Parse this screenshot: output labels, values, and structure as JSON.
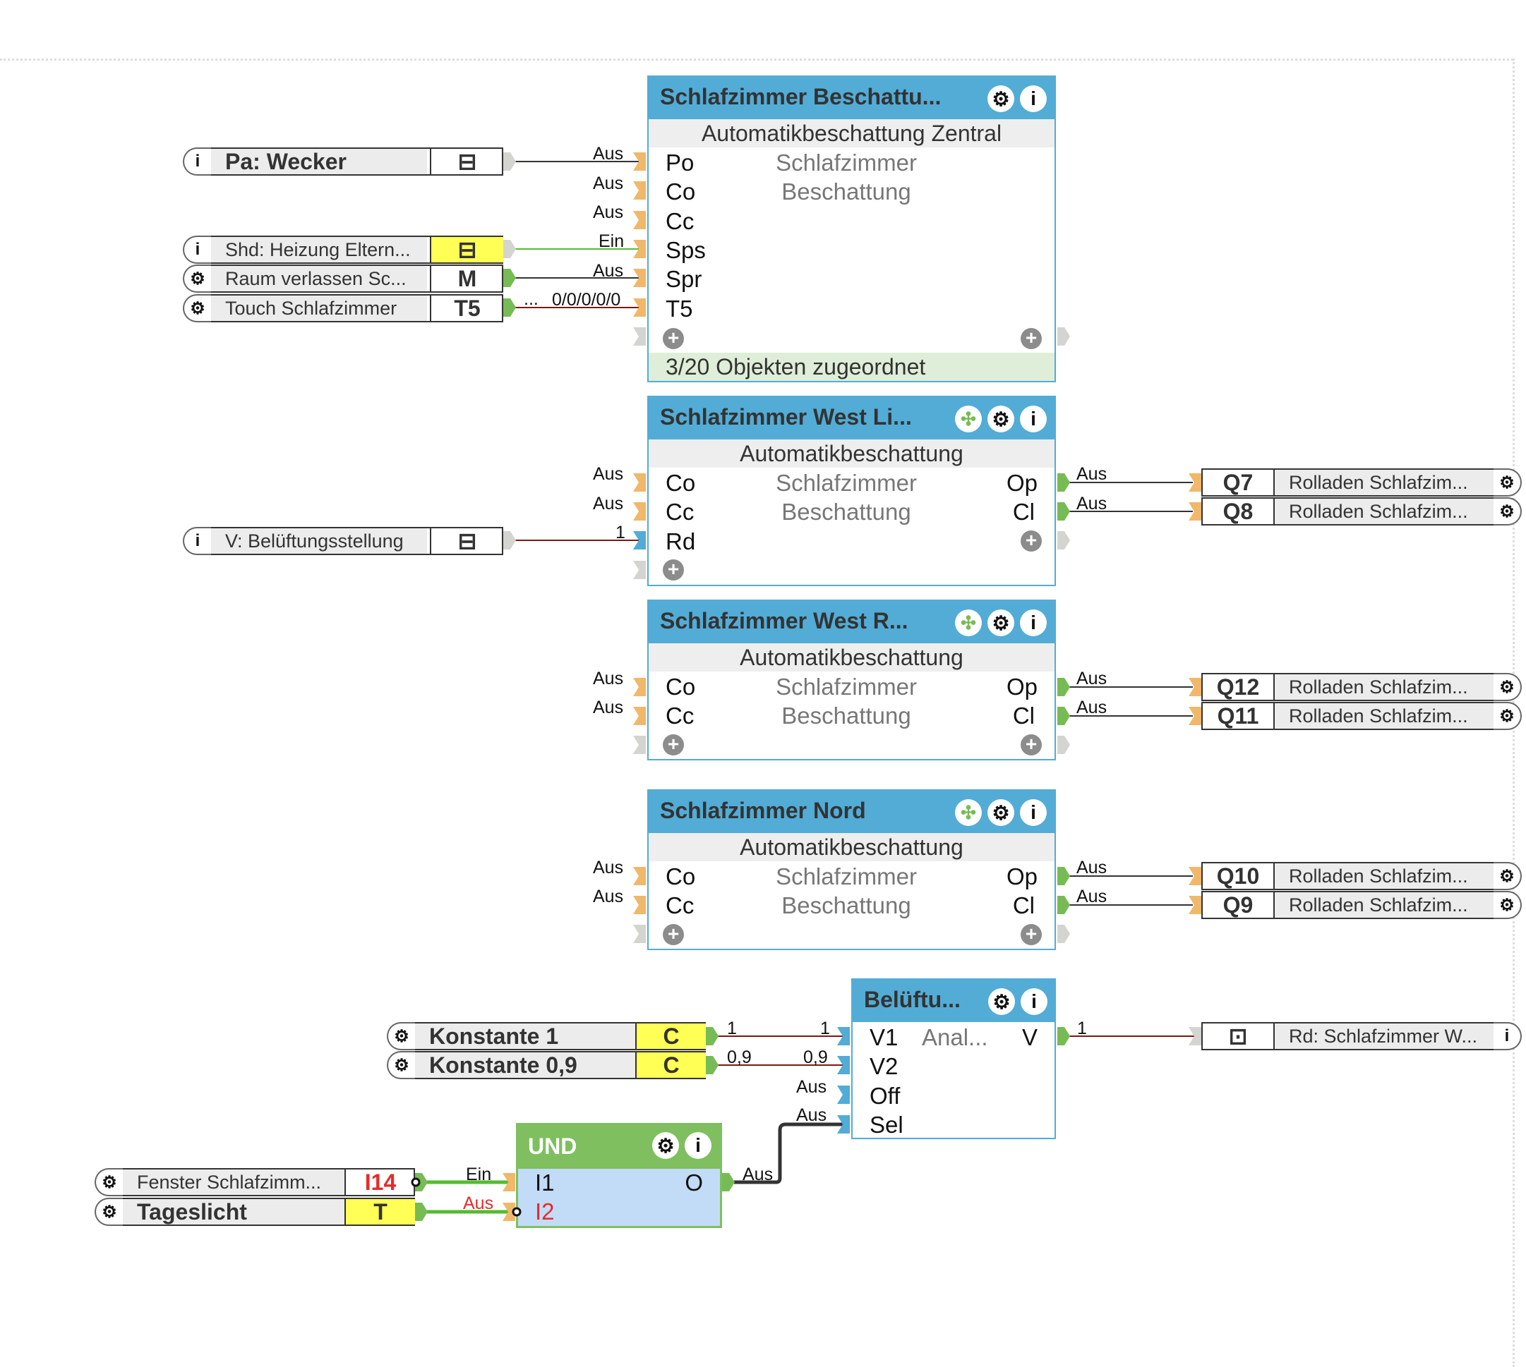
{
  "canvas": {
    "background": "#ffffff"
  },
  "colors": {
    "block_header": "#52acd6",
    "und_header": "#7fbf5f",
    "wire_bool": "#333333",
    "wire_on": "#55bb33",
    "wire_value": "#7a1a12",
    "input_port": "#f0b86a",
    "value_port": "#52acd6",
    "output_port": "#77bb55",
    "yellow_tag": "#ffff55",
    "footer_green": "#dfeed8"
  },
  "blocks": [
    {
      "title": "Schlafzimmer  Beschattu...",
      "subtitle": "Automatikbeschattung Zentral",
      "desc1": "Schlafzimmer",
      "desc2": "Beschattung",
      "inputs": [
        {
          "port": "Po",
          "value": "Aus"
        },
        {
          "port": "Co",
          "value": "Aus"
        },
        {
          "port": "Cc",
          "value": "Aus"
        },
        {
          "port": "Sps",
          "value": "Ein"
        },
        {
          "port": "Spr",
          "value": "Aus"
        },
        {
          "port": "T5",
          "value": "0/0/0/0/0",
          "prefix": "..."
        }
      ],
      "footer": "3/20 Objekten zugeordnet",
      "icons": [
        "gear-icon",
        "info-icon"
      ]
    },
    {
      "title": "Schlafzimmer  West  Li...",
      "subtitle": "Automatikbeschattung",
      "desc1": "Schlafzimmer",
      "desc2": "Beschattung",
      "inputs": [
        {
          "port": "Co",
          "value": "Aus"
        },
        {
          "port": "Cc",
          "value": "Aus"
        },
        {
          "port": "Rd",
          "value": "1"
        }
      ],
      "outputs": [
        {
          "port": "Op",
          "value": "Aus"
        },
        {
          "port": "Cl",
          "value": "Aus"
        }
      ],
      "icons": [
        "move-icon",
        "gear-icon",
        "info-icon"
      ]
    },
    {
      "title": "Schlafzimmer  West  R...",
      "subtitle": "Automatikbeschattung",
      "desc1": "Schlafzimmer",
      "desc2": "Beschattung",
      "inputs": [
        {
          "port": "Co",
          "value": "Aus"
        },
        {
          "port": "Cc",
          "value": "Aus"
        }
      ],
      "outputs": [
        {
          "port": "Op",
          "value": "Aus"
        },
        {
          "port": "Cl",
          "value": "Aus"
        }
      ],
      "icons": [
        "move-icon",
        "gear-icon",
        "info-icon"
      ]
    },
    {
      "title": "Schlafzimmer Nord",
      "subtitle": "Automatikbeschattung",
      "desc1": "Schlafzimmer",
      "desc2": "Beschattung",
      "inputs": [
        {
          "port": "Co",
          "value": "Aus"
        },
        {
          "port": "Cc",
          "value": "Aus"
        }
      ],
      "outputs": [
        {
          "port": "Op",
          "value": "Aus"
        },
        {
          "port": "Cl",
          "value": "Aus"
        }
      ],
      "icons": [
        "move-icon",
        "gear-icon",
        "info-icon"
      ]
    }
  ],
  "beluftung": {
    "title": "Belüftu...",
    "desc": "Anal...",
    "inputs": [
      {
        "port": "V1",
        "value_in": "1",
        "value_src": "1"
      },
      {
        "port": "V2",
        "value_in": "0,9",
        "value_src": "0,9"
      },
      {
        "port": "Off",
        "value_in": "Aus"
      },
      {
        "port": "Sel",
        "value_in": "Aus"
      }
    ],
    "output": {
      "port": "V",
      "value": "1"
    }
  },
  "und": {
    "title": "UND",
    "inputs": [
      {
        "port": "I1",
        "value": "Ein"
      },
      {
        "port": "I2",
        "value": "Aus"
      }
    ],
    "output": {
      "port": "O",
      "value": "Aus"
    }
  },
  "left_nodes": [
    {
      "name": "Pa: Wecker",
      "tag": "",
      "cap": "i"
    },
    {
      "name": "Shd: Heizung Eltern...",
      "tag": "",
      "cap": "i"
    },
    {
      "name": "Raum verlassen Sc...",
      "tag": "M",
      "cap": "gear"
    },
    {
      "name": "Touch Schlafzimmer",
      "tag": "T5",
      "cap": "gear"
    },
    {
      "name": "V: Belüftungsstellung",
      "tag": "",
      "cap": "i"
    },
    {
      "name": "Konstante 1",
      "tag": "C",
      "cap": "gear"
    },
    {
      "name": "Konstante 0,9",
      "tag": "C",
      "cap": "gear"
    },
    {
      "name": "Fenster Schlafzimm...",
      "tag": "I14",
      "cap": "gear"
    },
    {
      "name": "Tageslicht",
      "tag": "T",
      "cap": "gear"
    }
  ],
  "right_nodes": [
    {
      "tag": "Q7",
      "name": "Rolladen Schlafzim..."
    },
    {
      "tag": "Q8",
      "name": "Rolladen Schlafzim..."
    },
    {
      "tag": "Q12",
      "name": "Rolladen Schlafzim..."
    },
    {
      "tag": "Q11",
      "name": "Rolladen Schlafzim..."
    },
    {
      "tag": "Q10",
      "name": "Rolladen Schlafzim..."
    },
    {
      "tag": "Q9",
      "name": "Rolladen Schlafzim..."
    },
    {
      "tag": "",
      "name": "Rd: Schlafzimmer W..."
    }
  ],
  "glyphs": {
    "gear": "⚙",
    "info": "i",
    "plus": "+",
    "move": "✣"
  }
}
